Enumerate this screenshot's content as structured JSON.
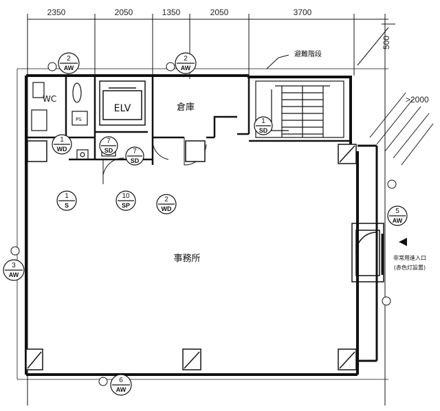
{
  "dimensions_top": [
    "2350",
    "2050",
    "1350",
    "2050",
    "3700"
  ],
  "dim_right_top": "500",
  "dim_right_mid": ">2000",
  "rooms": {
    "wc": "WC",
    "elv": "ELV",
    "storage": "倉庫",
    "office": "事務所",
    "ps": "PS"
  },
  "stair_note": "避難階段",
  "side_note_line1": "非常用進入口",
  "side_note_line2": "(赤色灯設置)",
  "tags": [
    {
      "id": "tag-2aw-top-left",
      "num": "2",
      "code": "AW"
    },
    {
      "id": "tag-2aw-top-mid",
      "num": "2",
      "code": "AW"
    },
    {
      "id": "tag-1wd",
      "num": "1",
      "code": "WD"
    },
    {
      "id": "tag-7sd-a",
      "num": "7",
      "code": "SD"
    },
    {
      "id": "tag-7sd-b",
      "num": "7",
      "code": "SD"
    },
    {
      "id": "tag-1s",
      "num": "1",
      "code": "S"
    },
    {
      "id": "tag-10sp",
      "num": "10",
      "code": "SP"
    },
    {
      "id": "tag-2wd",
      "num": "2",
      "code": "WD"
    },
    {
      "id": "tag-1sd",
      "num": "1",
      "code": "SD"
    },
    {
      "id": "tag-5aw",
      "num": "5",
      "code": "AW"
    },
    {
      "id": "tag-3aw",
      "num": "3",
      "code": "AW"
    },
    {
      "id": "tag-6aw",
      "num": "6",
      "code": "AW"
    }
  ],
  "colors": {
    "line": "#111111",
    "background": "#ffffff"
  }
}
